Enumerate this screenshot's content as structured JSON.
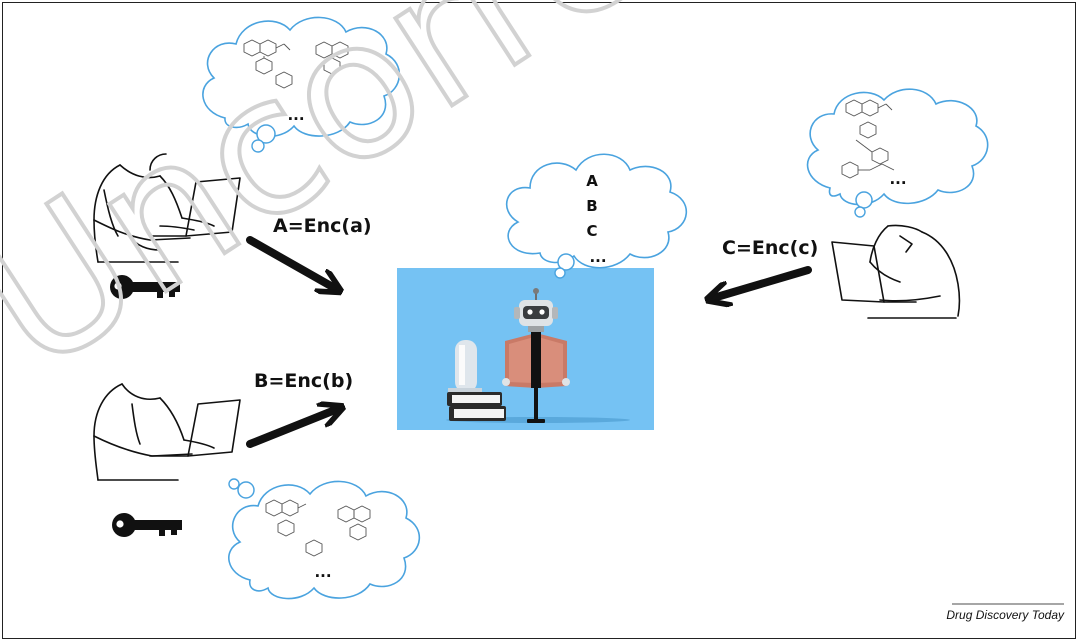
{
  "labels": {
    "a": "A=Enc(a)",
    "b": "B=Enc(b)",
    "c": "C=Enc(c)"
  },
  "central_cloud": {
    "lines": [
      "A",
      "B",
      "C",
      "..."
    ]
  },
  "client_clouds": {
    "top_left_dots": "...",
    "bottom_left_dots": "...",
    "right_dots": "..."
  },
  "watermark": "Uncorrected",
  "source": "Drug Discovery Today",
  "colors": {
    "panel_bg": "#75c2f3",
    "book_cover": "#c97a67",
    "ink": "#111111"
  },
  "icons": [
    "key-icon",
    "laptop-icon",
    "robot-icon",
    "book-stack-icon",
    "arrow-icon",
    "thought-cloud-icon"
  ]
}
